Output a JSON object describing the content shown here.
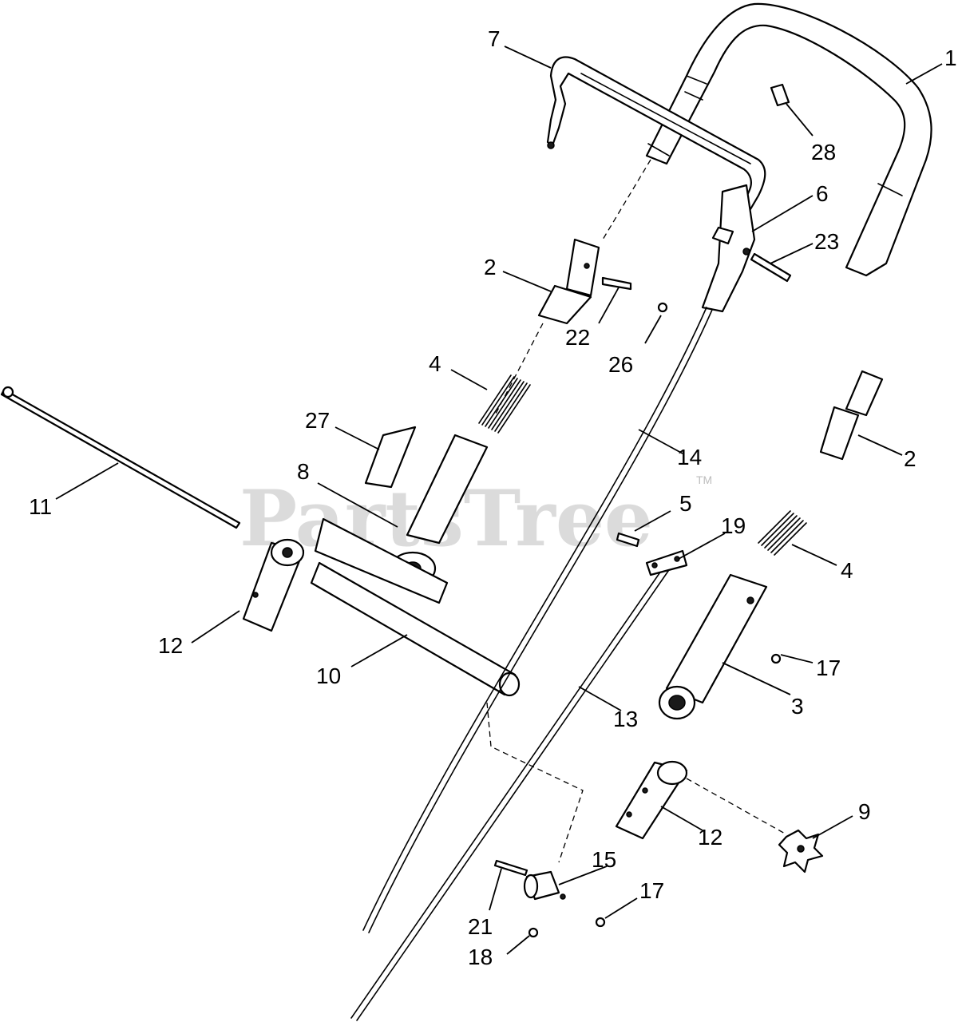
{
  "watermark": {
    "text": "PartsTree",
    "trademark": "TM"
  },
  "callouts": {
    "c1": "1",
    "c2a": "2",
    "c2b": "2",
    "c3": "3",
    "c4a": "4",
    "c4b": "4",
    "c5": "5",
    "c6": "6",
    "c7": "7",
    "c8": "8",
    "c9": "9",
    "c10": "10",
    "c11": "11",
    "c12a": "12",
    "c12b": "12",
    "c13": "13",
    "c14": "14",
    "c15": "15",
    "c17a": "17",
    "c17b": "17",
    "c18": "18",
    "c19": "19",
    "c21": "21",
    "c22": "22",
    "c23": "23",
    "c26": "26",
    "c27": "27",
    "c28": "28"
  }
}
